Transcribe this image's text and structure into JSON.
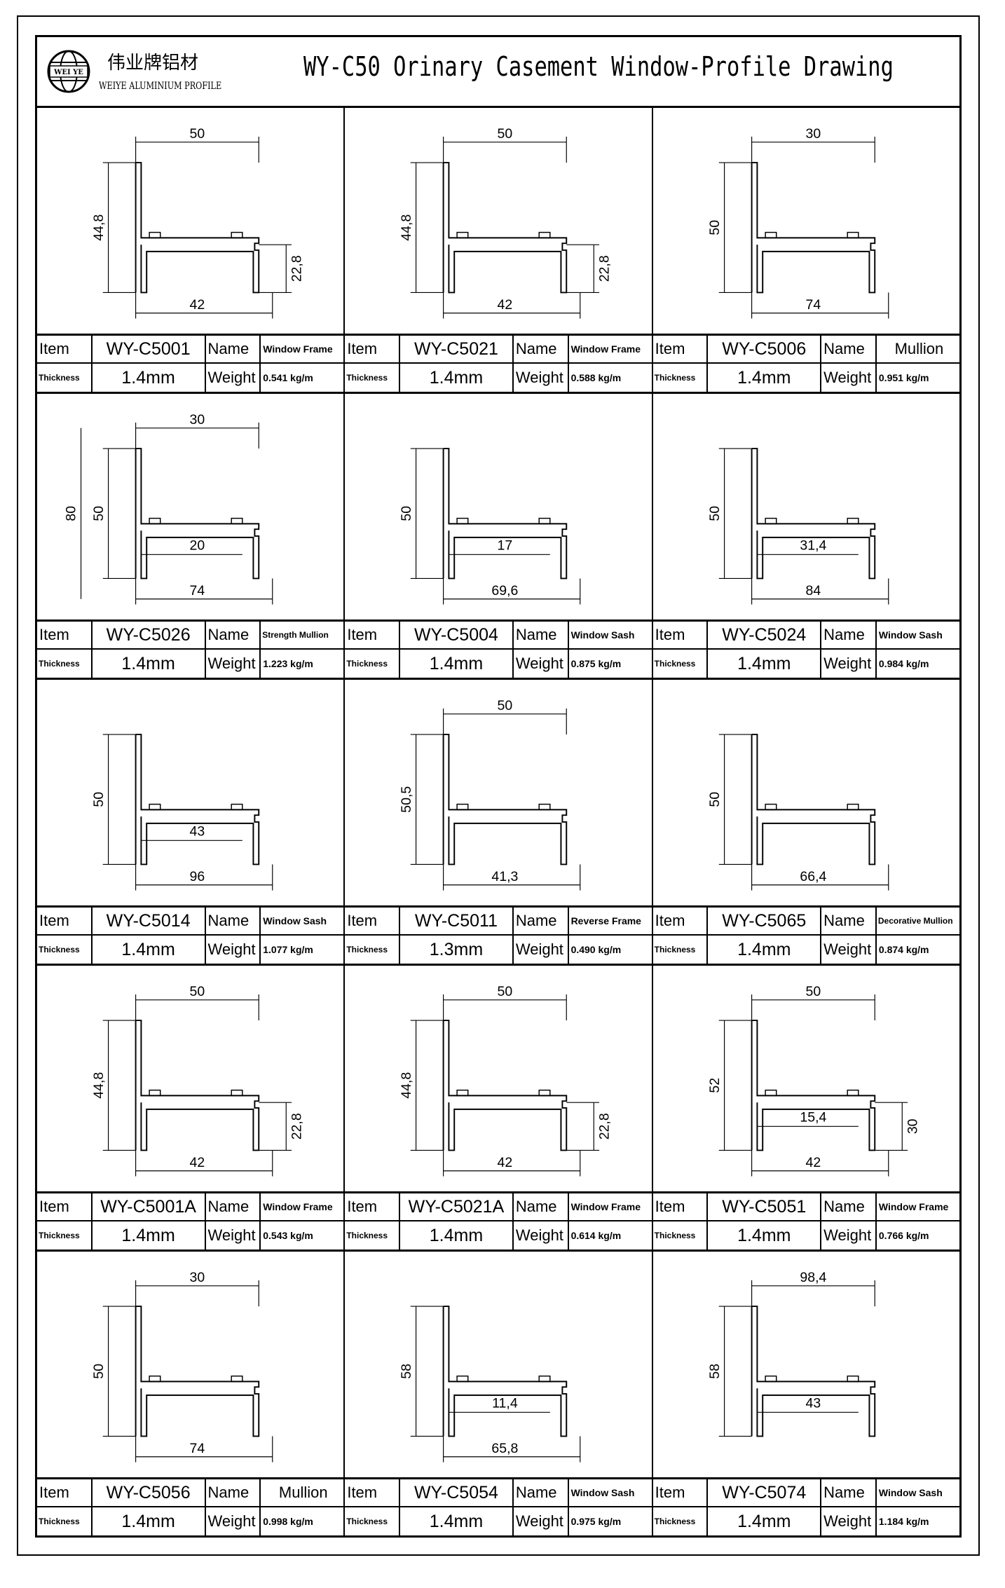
{
  "header": {
    "logo_text": "WEI YE",
    "company_cn": "伟业牌铝材",
    "company_en": "WEIYE ALUMINIUM PROFILE",
    "title": "WY-C50 Orinary Casement Window-Profile Drawing"
  },
  "labels": {
    "item": "Item",
    "name": "Name",
    "thickness": "Thickness",
    "weight": "Weight"
  },
  "profiles": [
    {
      "item": "WY-C5001",
      "name": "Window Frame",
      "thickness": "1.4mm",
      "weight": "0.541 kg/m",
      "dims": {
        "top": "50",
        "left": "44,8",
        "right": "22,8",
        "bottom": "42"
      }
    },
    {
      "item": "WY-C5021",
      "name": "Window Frame",
      "thickness": "1.4mm",
      "weight": "0.588 kg/m",
      "dims": {
        "top": "50",
        "left": "44,8",
        "right": "22,8",
        "bottom": "42"
      }
    },
    {
      "item": "WY-C5006",
      "name": "Mullion",
      "thickness": "1.4mm",
      "weight": "0.951 kg/m",
      "dims": {
        "top": "30",
        "left": "50",
        "bottom": "74"
      }
    },
    {
      "item": "WY-C5026",
      "name": "Strength Mullion",
      "thickness": "1.4mm",
      "weight": "1.223 kg/m",
      "dims": {
        "top": "30",
        "left2": "80",
        "left": "50",
        "inner": "20",
        "bottom": "74"
      }
    },
    {
      "item": "WY-C5004",
      "name": "Window Sash",
      "thickness": "1.4mm",
      "weight": "0.875 kg/m",
      "dims": {
        "left": "50",
        "inner": "17",
        "bottom": "69,6"
      }
    },
    {
      "item": "WY-C5024",
      "name": "Window Sash",
      "thickness": "1.4mm",
      "weight": "0.984 kg/m",
      "dims": {
        "left": "50",
        "inner": "31,4",
        "bottom": "84"
      }
    },
    {
      "item": "WY-C5014",
      "name": "Window Sash",
      "thickness": "1.4mm",
      "weight": "1.077 kg/m",
      "dims": {
        "left": "50",
        "inner": "43",
        "bottom": "96"
      }
    },
    {
      "item": "WY-C5011",
      "name": "Reverse Frame",
      "thickness": "1.3mm",
      "weight": "0.490 kg/m",
      "dims": {
        "top": "50",
        "left": "50,5",
        "bottom": "41,3"
      }
    },
    {
      "item": "WY-C5065",
      "name": "Decorative Mullion",
      "thickness": "1.4mm",
      "weight": "0.874 kg/m",
      "dims": {
        "left": "50",
        "bottom": "66,4"
      }
    },
    {
      "item": "WY-C5001A",
      "name": "Window Frame",
      "thickness": "1.4mm",
      "weight": "0.543 kg/m",
      "dims": {
        "top": "50",
        "left": "44,8",
        "right": "22,8",
        "bottom": "42"
      }
    },
    {
      "item": "WY-C5021A",
      "name": "Window Frame",
      "thickness": "1.4mm",
      "weight": "0.614 kg/m",
      "dims": {
        "top": "50",
        "left": "44,8",
        "right": "22,8",
        "bottom": "42"
      }
    },
    {
      "item": "WY-C5051",
      "name": "Window Frame",
      "thickness": "1.4mm",
      "weight": "0.766 kg/m",
      "dims": {
        "top": "50",
        "left": "52",
        "right": "30",
        "inner": "15,4",
        "bottom": "42"
      }
    },
    {
      "item": "WY-C5056",
      "name": "Mullion",
      "thickness": "1.4mm",
      "weight": "0.998 kg/m",
      "dims": {
        "top": "30",
        "left": "50",
        "bottom": "74"
      }
    },
    {
      "item": "WY-C5054",
      "name": "Window Sash",
      "thickness": "1.4mm",
      "weight": "0.975 kg/m",
      "dims": {
        "left": "58",
        "inner": "11,4",
        "bottom": "65,8"
      }
    },
    {
      "item": "WY-C5074",
      "name": "Window Sash",
      "thickness": "1.4mm",
      "weight": "1.184 kg/m",
      "dims": {
        "top": "98,4",
        "left": "58",
        "inner": "43"
      }
    }
  ]
}
